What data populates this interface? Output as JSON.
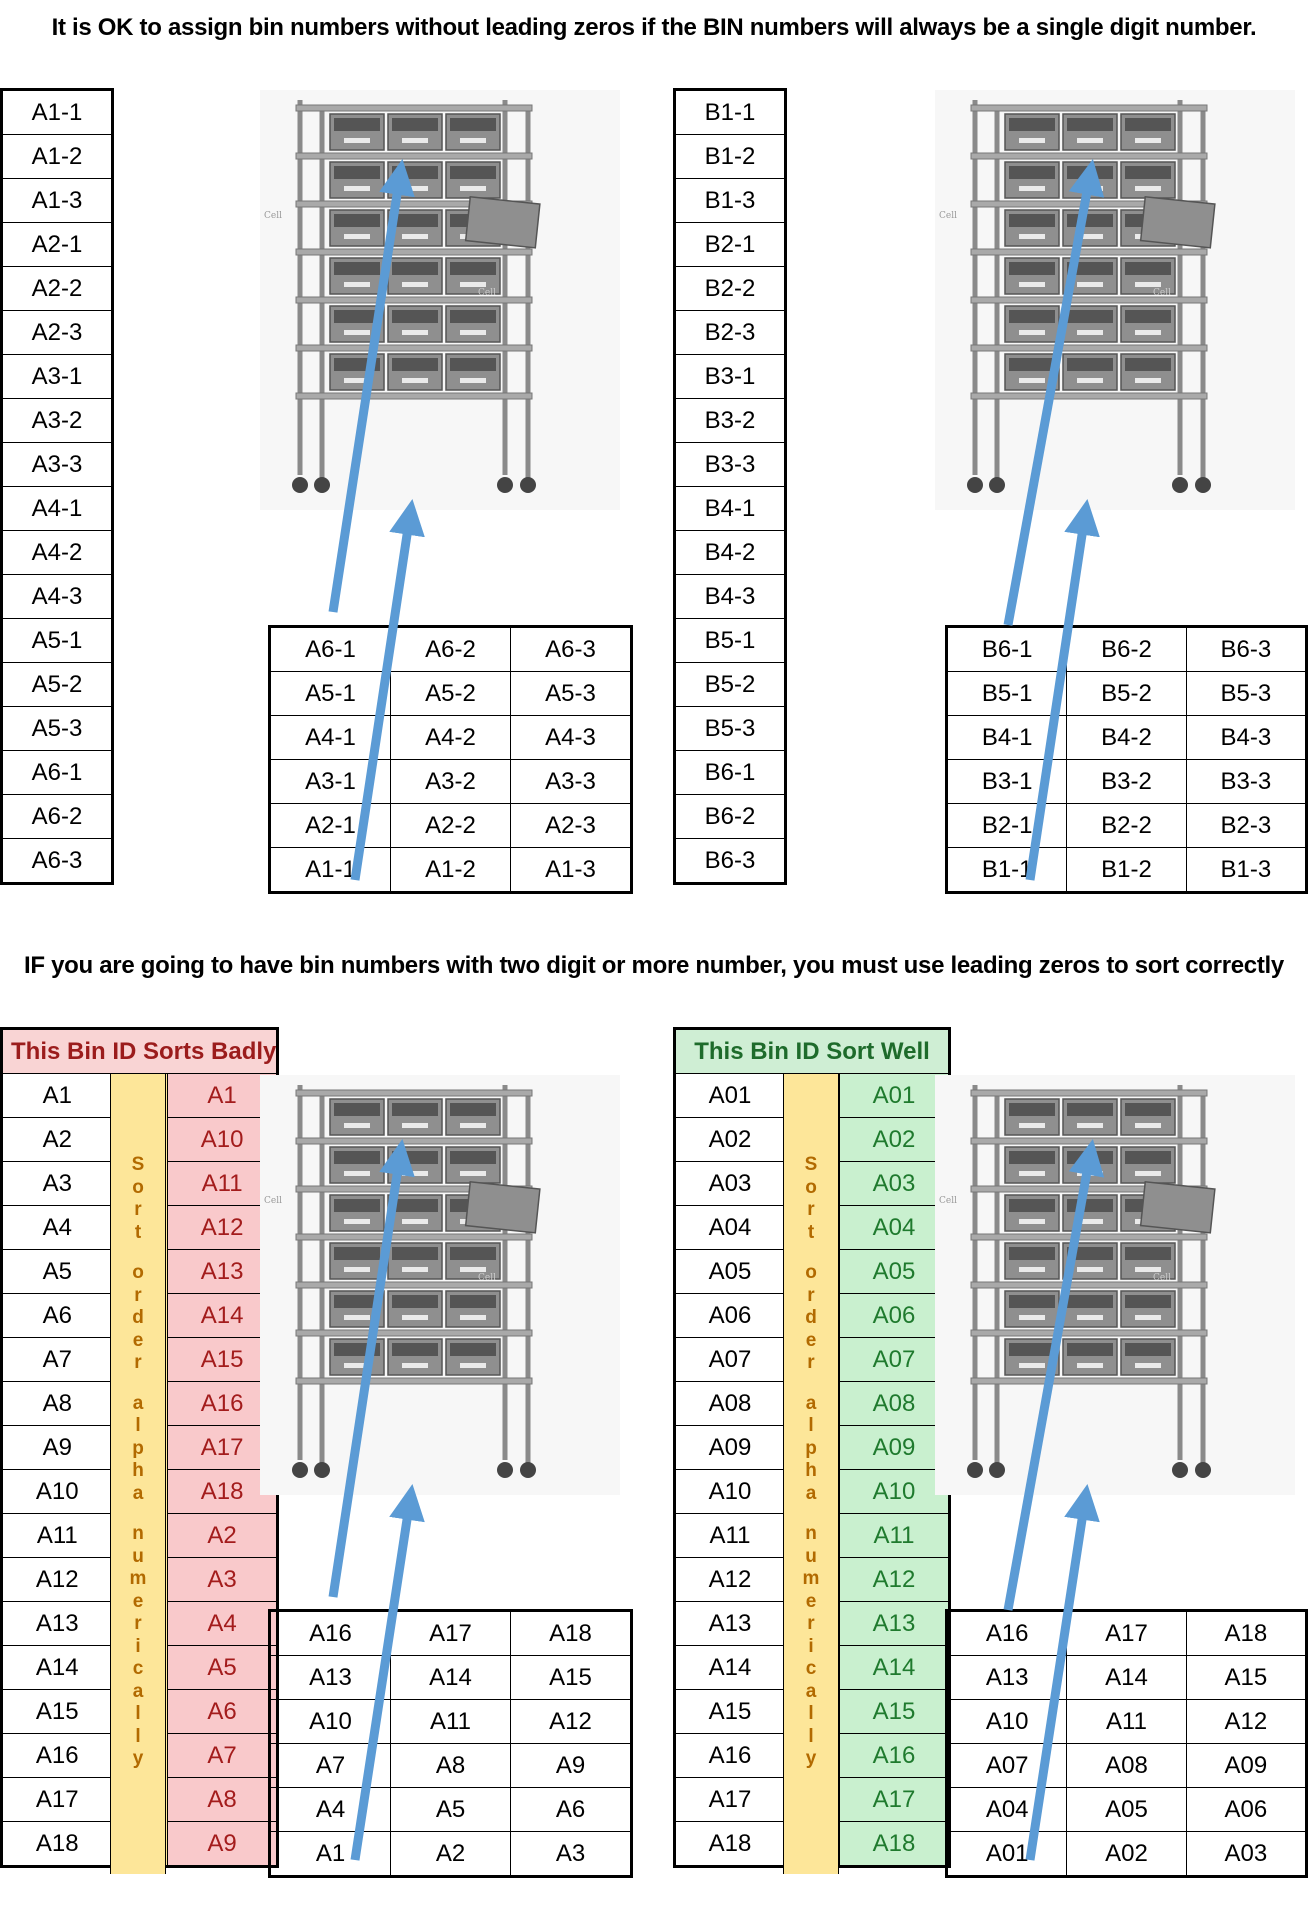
{
  "heading_top": "It is OK to assign bin numbers without leading zeros if the BIN numbers will always be a single digit number.",
  "heading_bottom": "IF you are going to have bin numbers with two digit or more number, you must use leading zeros to sort correctly",
  "rack_text": "Cell",
  "section_a_list": [
    "A1-1",
    "A1-2",
    "A1-3",
    "A2-1",
    "A2-2",
    "A2-3",
    "A3-1",
    "A3-2",
    "A3-3",
    "A4-1",
    "A4-2",
    "A4-3",
    "A5-1",
    "A5-2",
    "A5-3",
    "A6-1",
    "A6-2",
    "A6-3"
  ],
  "section_a_grid": [
    [
      "A6-1",
      "A6-2",
      "A6-3"
    ],
    [
      "A5-1",
      "A5-2",
      "A5-3"
    ],
    [
      "A4-1",
      "A4-2",
      "A4-3"
    ],
    [
      "A3-1",
      "A3-2",
      "A3-3"
    ],
    [
      "A2-1",
      "A2-2",
      "A2-3"
    ],
    [
      "A1-1",
      "A1-2",
      "A1-3"
    ]
  ],
  "section_b_list": [
    "B1-1",
    "B1-2",
    "B1-3",
    "B2-1",
    "B2-2",
    "B2-3",
    "B3-1",
    "B3-2",
    "B3-3",
    "B4-1",
    "B4-2",
    "B4-3",
    "B5-1",
    "B5-2",
    "B5-3",
    "B6-1",
    "B6-2",
    "B6-3"
  ],
  "section_b_grid": [
    [
      "B6-1",
      "B6-2",
      "B6-3"
    ],
    [
      "B5-1",
      "B5-2",
      "B5-3"
    ],
    [
      "B4-1",
      "B4-2",
      "B4-3"
    ],
    [
      "B3-1",
      "B3-2",
      "B3-3"
    ],
    [
      "B2-1",
      "B2-2",
      "B2-3"
    ],
    [
      "B1-1",
      "B1-2",
      "B1-3"
    ]
  ],
  "bad": {
    "header": "This Bin ID Sorts Badly",
    "ids": [
      "A1",
      "A2",
      "A3",
      "A4",
      "A5",
      "A6",
      "A7",
      "A8",
      "A9",
      "A10",
      "A11",
      "A12",
      "A13",
      "A14",
      "A15",
      "A16",
      "A17",
      "A18"
    ],
    "sorted": [
      "A1",
      "A10",
      "A11",
      "A12",
      "A13",
      "A14",
      "A15",
      "A16",
      "A17",
      "A18",
      "A2",
      "A3",
      "A4",
      "A5",
      "A6",
      "A7",
      "A8",
      "A9"
    ],
    "grid": [
      [
        "A16",
        "A17",
        "A18"
      ],
      [
        "A13",
        "A14",
        "A15"
      ],
      [
        "A10",
        "A11",
        "A12"
      ],
      [
        "A7",
        "A8",
        "A9"
      ],
      [
        "A4",
        "A5",
        "A6"
      ],
      [
        "A1",
        "A2",
        "A3"
      ]
    ]
  },
  "good": {
    "header": "This Bin ID Sort Well",
    "ids": [
      "A01",
      "A02",
      "A03",
      "A04",
      "A05",
      "A06",
      "A07",
      "A08",
      "A09",
      "A10",
      "A11",
      "A12",
      "A13",
      "A14",
      "A15",
      "A16",
      "A17",
      "A18"
    ],
    "sorted": [
      "A01",
      "A02",
      "A03",
      "A04",
      "A05",
      "A06",
      "A07",
      "A08",
      "A09",
      "A10",
      "A11",
      "A12",
      "A13",
      "A14",
      "A15",
      "A16",
      "A17",
      "A18"
    ],
    "grid": [
      [
        "A16",
        "A17",
        "A18"
      ],
      [
        "A13",
        "A14",
        "A15"
      ],
      [
        "A10",
        "A11",
        "A12"
      ],
      [
        "A07",
        "A08",
        "A09"
      ],
      [
        "A04",
        "A05",
        "A06"
      ],
      [
        "A01",
        "A02",
        "A03"
      ]
    ]
  },
  "sort_label_letters": [
    "S",
    "o",
    "r",
    "t",
    "",
    "o",
    "r",
    "d",
    "e",
    "r",
    "",
    "a",
    "l",
    "p",
    "h",
    "a",
    "",
    "n",
    "u",
    "m",
    "e",
    "r",
    "i",
    "c",
    "a",
    "l",
    "l",
    "y"
  ],
  "colors": {
    "arrow": "#5b9bd5",
    "red_bg": "#f9c9cb",
    "green_bg": "#c9f0cf",
    "yellow_bg": "#fde699"
  }
}
